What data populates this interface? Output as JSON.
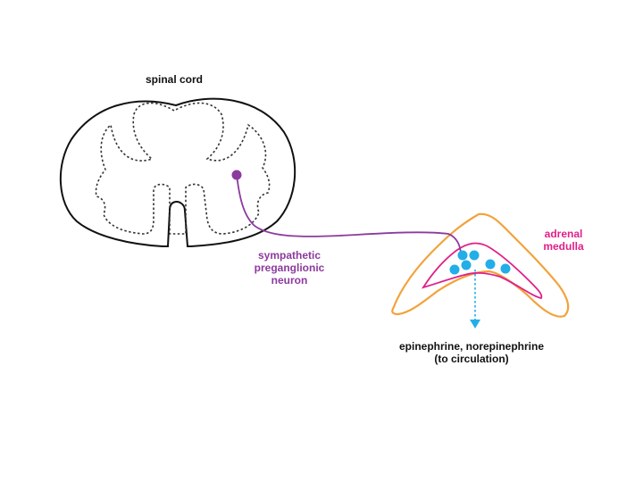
{
  "labels": {
    "spinal_cord": "spinal cord",
    "neuron": [
      "sympathetic",
      "preganglionic",
      "neuron"
    ],
    "adrenal": [
      "adrenal",
      "medulla"
    ],
    "output": [
      "epinephrine, norepinephrine",
      "(to circulation)"
    ]
  },
  "colors": {
    "outline": "#111111",
    "neuron": "#8c3a9e",
    "adrenal_outer": "#f2a23a",
    "adrenal_inner": "#e0208a",
    "cells": "#22aee8",
    "arrow": "#22aee8"
  }
}
